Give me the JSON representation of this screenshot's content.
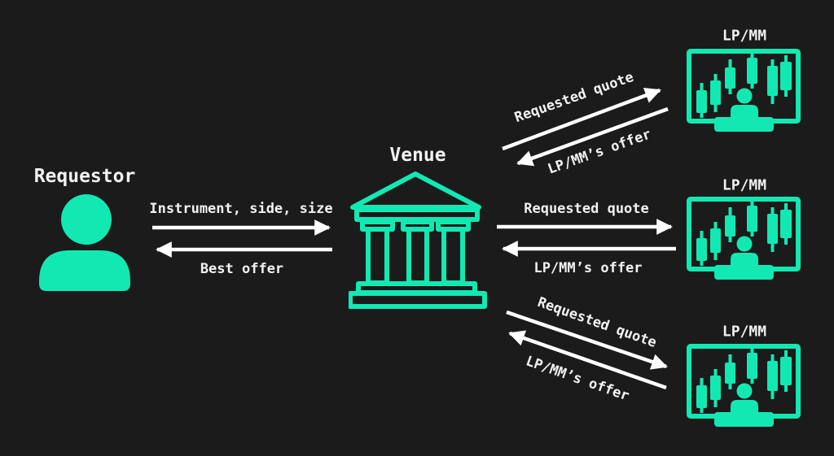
{
  "colors": {
    "background": "#1b1b1b",
    "accent": "#12e9b2",
    "text": "#f2f2f2",
    "arrow": "#ffffff"
  },
  "nodes": {
    "requestor": {
      "label": "Requestor",
      "icon": "person-icon"
    },
    "venue": {
      "label": "Venue",
      "icon": "bank-icon"
    },
    "liquidity_providers": [
      {
        "label": "LP/MM",
        "icon": "trader-monitor-icon"
      },
      {
        "label": "LP/MM",
        "icon": "trader-monitor-icon"
      },
      {
        "label": "LP/MM",
        "icon": "trader-monitor-icon"
      }
    ]
  },
  "flows": {
    "requestor_venue": {
      "request": "Instrument, side, size",
      "response": "Best offer"
    },
    "venue_lp_top": {
      "request": "Requested quote",
      "response": "LP/MM’s offer"
    },
    "venue_lp_middle": {
      "request": "Requested quote",
      "response": "LP/MM’s offer"
    },
    "venue_lp_bottom": {
      "request": "Requested quote",
      "response": "LP/MM’s offer"
    }
  }
}
